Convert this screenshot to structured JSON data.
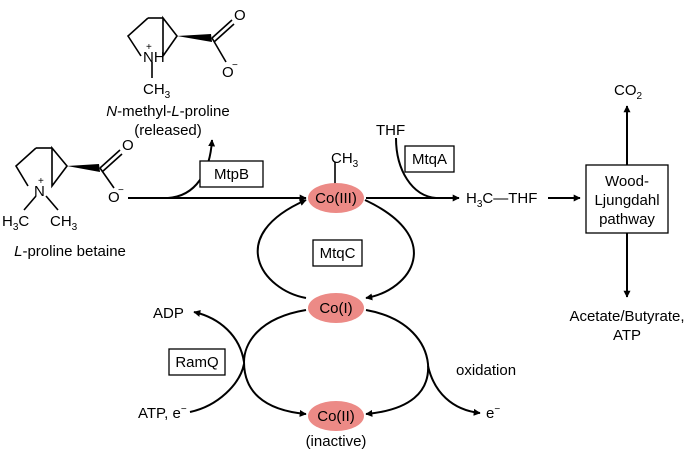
{
  "molecules": {
    "n_methyl_proline": {
      "name_prefix": "N",
      "name_mid": "-methyl-",
      "name_l": "L",
      "name_suffix": "-proline",
      "note": "(released)",
      "nh": "NH",
      "plus": "+",
      "ch3": "CH",
      "ch3_sub": "3",
      "oxygen": "O",
      "neg": "−"
    },
    "proline_betaine": {
      "name_l": "L",
      "name_suffix": "-proline betaine",
      "n": "N",
      "plus": "+",
      "h3c": "H",
      "h3c_sub": "3",
      "h3c_c": "C",
      "ch3": "CH",
      "ch3_sub": "3",
      "oxygen": "O",
      "neg": "−"
    }
  },
  "enzymes": {
    "mtpb": "MtpB",
    "mtqa": "MtqA",
    "mtqc": "MtqC",
    "ramq": "RamQ"
  },
  "cobalt": {
    "co3": "Co(III)",
    "co1": "Co(I)",
    "co2": "Co(II)",
    "co2_note": "(inactive)",
    "methyl": "CH",
    "methyl_sub": "3",
    "fill_color": "#ec8a86"
  },
  "labels": {
    "thf": "THF",
    "h3c_thf_h": "H",
    "h3c_thf_sub": "3",
    "h3c_thf_rest": "C—THF",
    "adp": "ADP",
    "atp_e": "ATP, e",
    "atp_e_sup": "−",
    "oxidation": "oxidation",
    "e_out": "e",
    "e_out_sup": "−",
    "co2_prefix": "CO",
    "co2_sub": "2",
    "products_line1": "Acetate/Butyrate,",
    "products_line2": "ATP"
  },
  "pathway": {
    "line1": "Wood-",
    "line2": "Ljungdahl",
    "line3": "pathway"
  }
}
